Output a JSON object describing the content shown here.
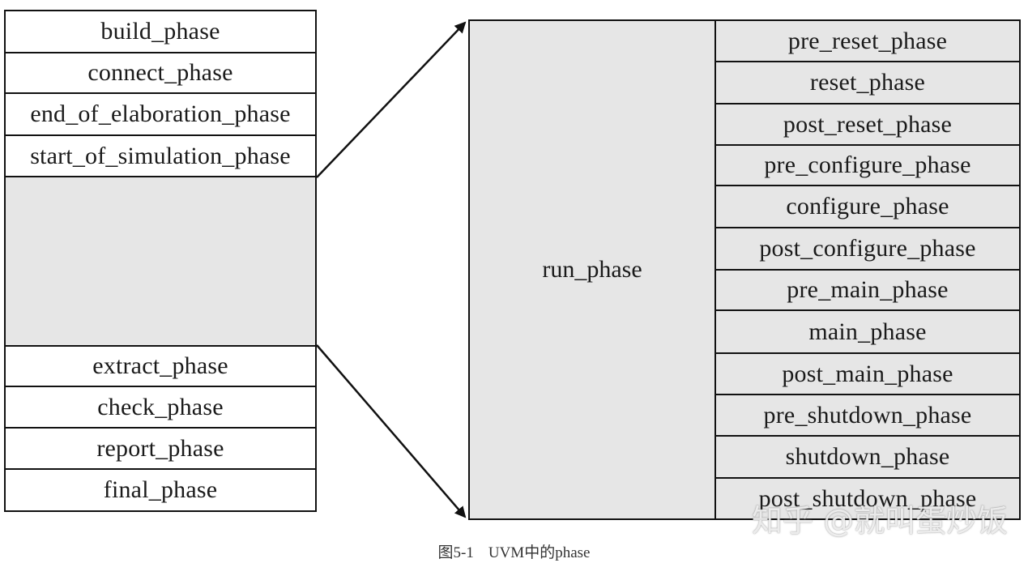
{
  "left_phases": {
    "top": [
      "build_phase",
      "connect_phase",
      "end_of_elaboration_phase",
      "start_of_simulation_phase"
    ],
    "bottom": [
      "extract_phase",
      "check_phase",
      "report_phase",
      "final_phase"
    ]
  },
  "run_phase": {
    "label": "run_phase",
    "sub_phases": [
      "pre_reset_phase",
      "reset_phase",
      "post_reset_phase",
      "pre_configure_phase",
      "configure_phase",
      "post_configure_phase",
      "pre_main_phase",
      "main_phase",
      "post_main_phase",
      "pre_shutdown_phase",
      "shutdown_phase",
      "post_shutdown_phase"
    ]
  },
  "caption": {
    "number": "图5-1",
    "text": "UVM中的phase"
  },
  "watermark": {
    "text": "知乎 @就叫蛋炒饭"
  },
  "colors": {
    "gray_fill": "#e6e6e6",
    "line": "#111111"
  }
}
